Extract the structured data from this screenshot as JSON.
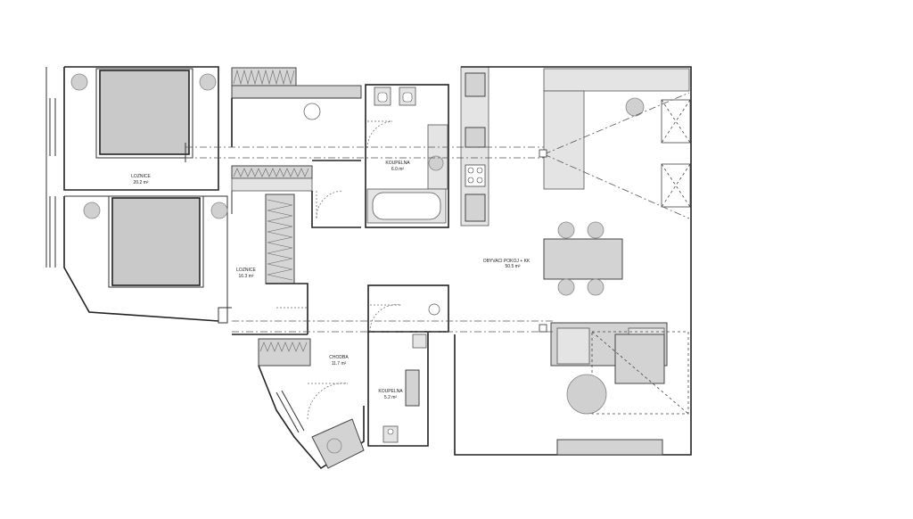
{
  "rooms": [
    {
      "id": "bedroom-1",
      "name": "LOZNICE",
      "area": "20.2 m²"
    },
    {
      "id": "bedroom-2",
      "name": "LOZNICE",
      "area": "16.3 m²"
    },
    {
      "id": "bathroom-1",
      "name": "KOUPELNA",
      "area": "6.0 m²"
    },
    {
      "id": "living",
      "name": "OBYVACI POKOJ + KK",
      "area": "50.5 m²"
    },
    {
      "id": "hall",
      "name": "CHODBA",
      "area": "11.7 m²"
    },
    {
      "id": "bathroom-2",
      "name": "KOUPELNA",
      "area": "5.2 m²"
    }
  ]
}
